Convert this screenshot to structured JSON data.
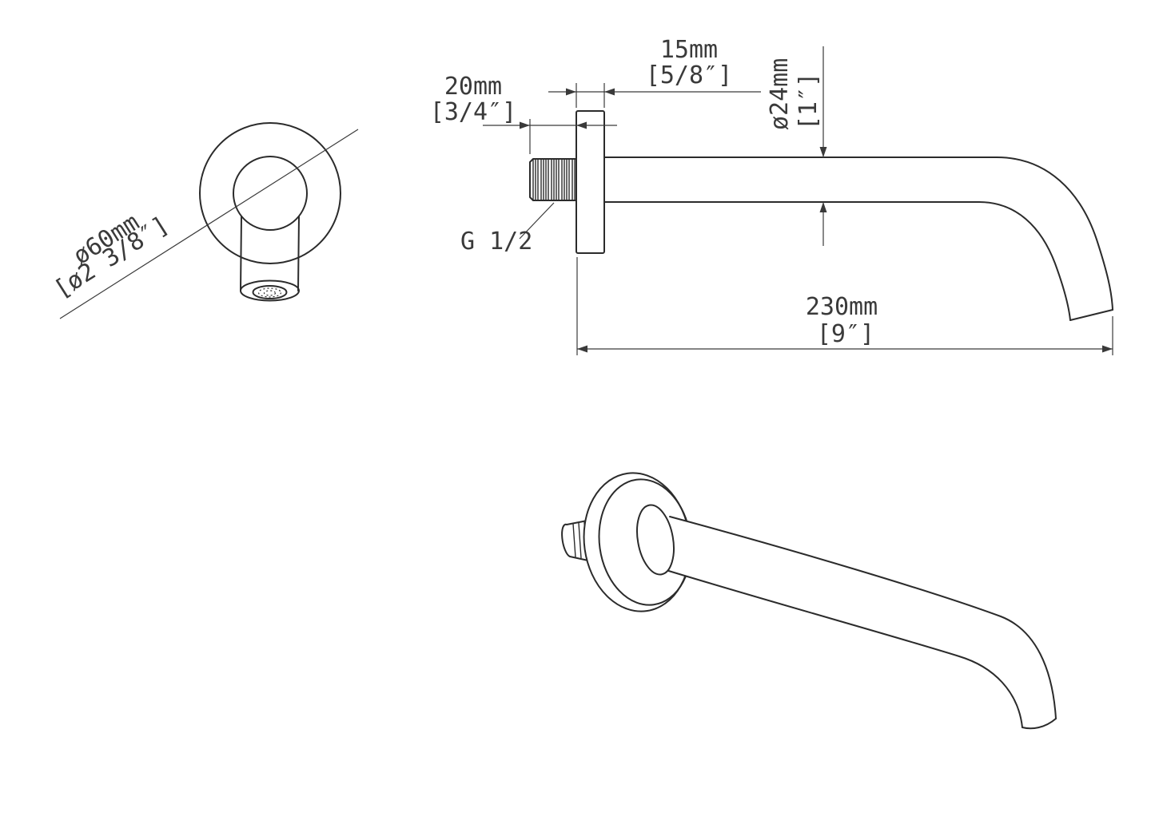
{
  "front_view": {
    "dia_mm": "ø60mm",
    "dia_in": "[ø2 3/8″]"
  },
  "side_view": {
    "thread_len_mm": "20mm",
    "thread_len_in": "[3/4″]",
    "flange_th_mm": "15mm",
    "flange_th_in": "[5/8″]",
    "arm_dia_mm": "ø24mm",
    "arm_dia_in": "[1″]",
    "thread_label": "G 1/2",
    "length_mm": "230mm",
    "length_in": "[9″]"
  },
  "colors": {
    "line": "#2b2b2b",
    "dimension": "#3a3a3a",
    "background": "#ffffff"
  }
}
